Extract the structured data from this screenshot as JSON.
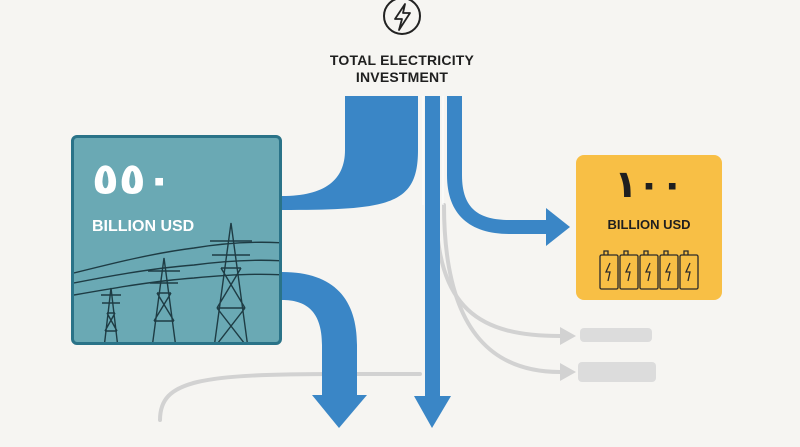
{
  "header": {
    "icon": "lightning-bolt-icon",
    "title": "TOTAL ELECTRICITY INVESTMENT"
  },
  "left_card": {
    "value": "٥٥٠",
    "unit": "BILLION USD",
    "icon": "transmission-tower-icon"
  },
  "right_card": {
    "value": "١٠٠",
    "unit": "BILLION USD",
    "icon": "battery-bank-icon"
  },
  "colors": {
    "flow": "#3a86c6",
    "grey_flow": "#d2d2d2",
    "left_card": "#6aa9b4",
    "left_border": "#2a7388",
    "right_card": "#f8bf45",
    "background": "#f6f5f2"
  }
}
